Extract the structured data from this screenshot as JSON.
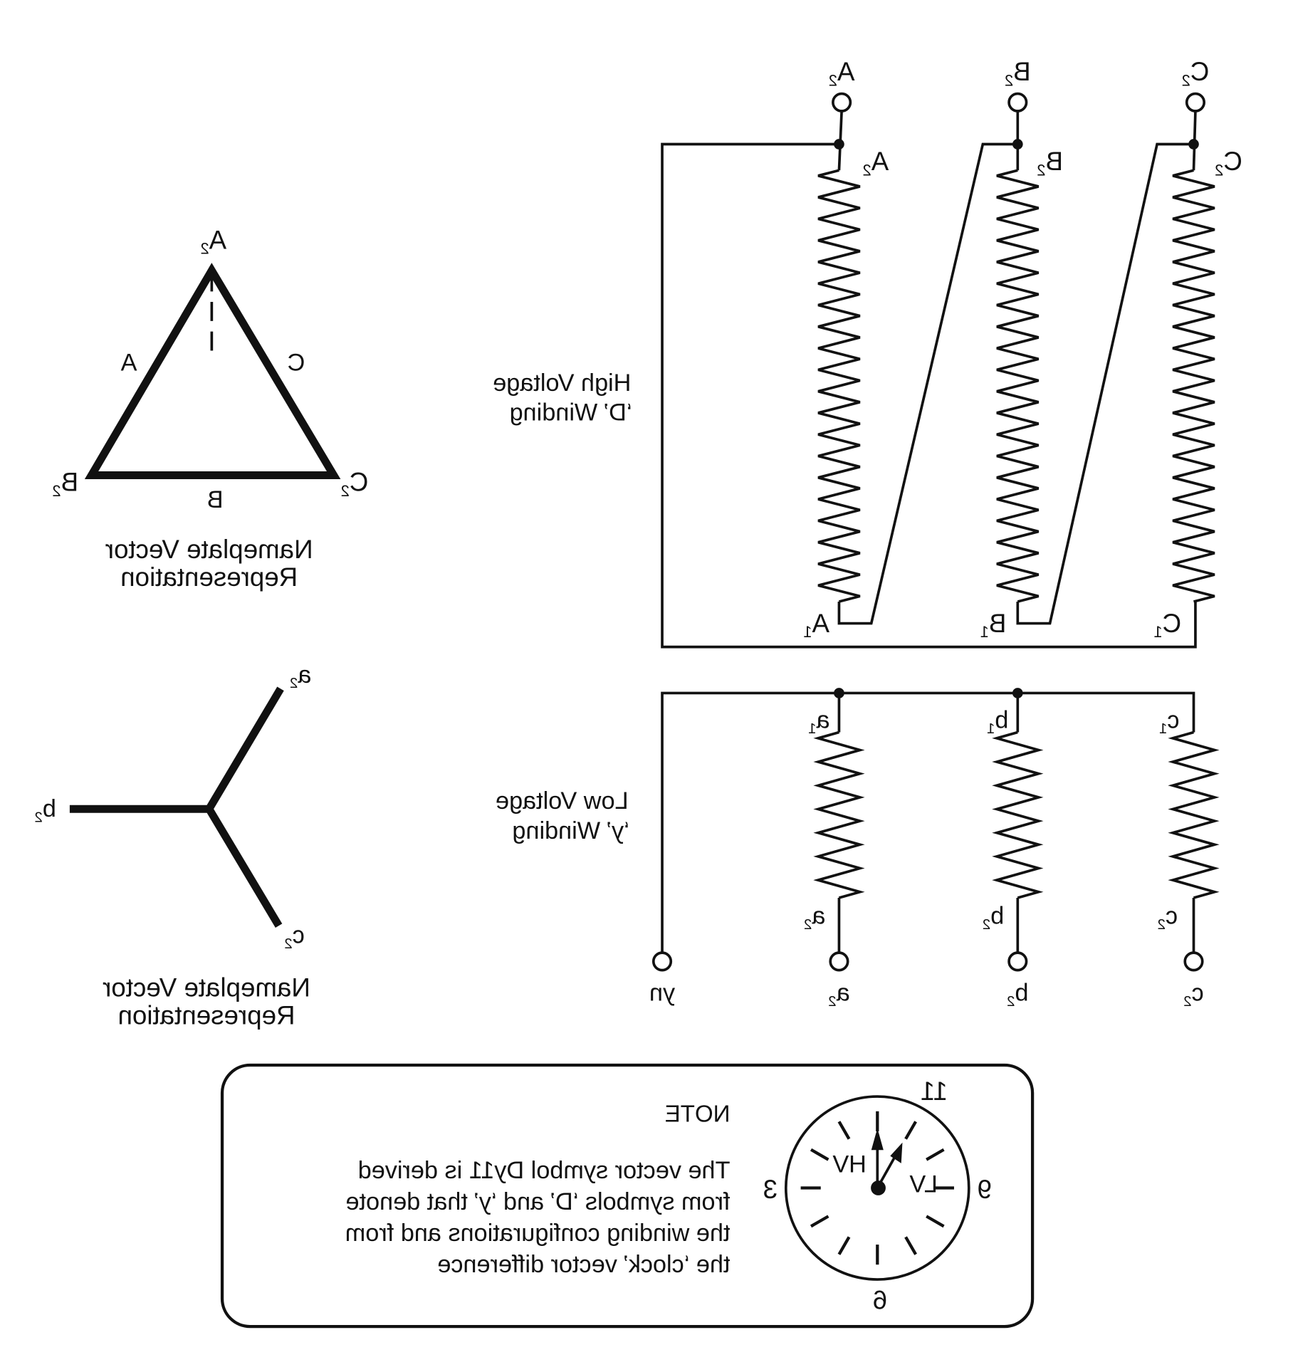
{
  "hv": {
    "title_line1": "High Voltage",
    "title_line2": "‘D’ Winding",
    "terminals": [
      "A2",
      "B2",
      "C2"
    ],
    "top_labels": [
      "A2",
      "B2",
      "C2"
    ],
    "bottom_labels": [
      "A1",
      "B1",
      "C1"
    ]
  },
  "lv": {
    "title_line1": "Low Voltage",
    "title_line2": "‘y’ Winding",
    "top_labels": [
      "a1",
      "b1",
      "c1"
    ],
    "bottom_labels": [
      "a2",
      "b2",
      "c2"
    ],
    "terminals": [
      "yn",
      "a2",
      "b2",
      "c2"
    ]
  },
  "delta": {
    "apex": "A2",
    "left": "B2",
    "right": "C2",
    "side_left": "A",
    "side_right": "C",
    "side_bottom": "B",
    "caption_line1": "Nameplate Vector",
    "caption_line2": "Representation"
  },
  "star": {
    "a": "a2",
    "b": "b2",
    "c": "c2",
    "caption_line1": "Nameplate Vector",
    "caption_line2": "Representation"
  },
  "note": {
    "heading": "NOTE",
    "lines": [
      "The vector symbol Dy11 is derived",
      "from symbols ‘D’ and ‘y’ that denote",
      "the winding configurations and from",
      "the ‘clock’ vector difference"
    ],
    "clock": {
      "n11": "11",
      "n3": "3",
      "n9": "9",
      "n6": "6",
      "hv": "HV",
      "lv": "LV",
      "hv_hour": 12,
      "lv_hour": 11
    }
  }
}
